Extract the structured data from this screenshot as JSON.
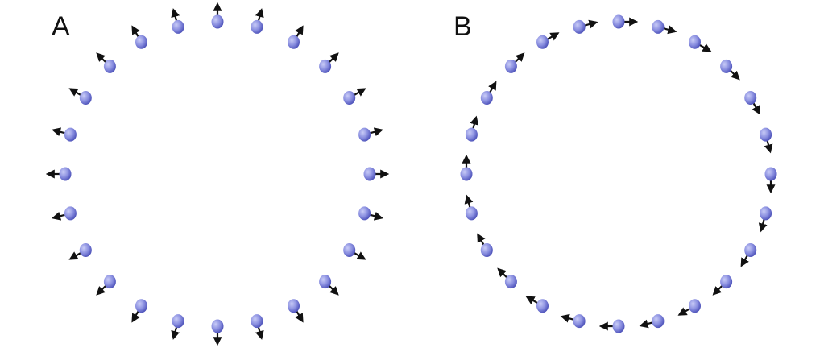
{
  "panels": [
    {
      "label": "A",
      "arrangement": "ring",
      "arrow_orientation": "radial-outward",
      "particle_count": 24
    },
    {
      "label": "B",
      "arrangement": "ring",
      "arrow_orientation": "tangential-clockwise",
      "particle_count": 24
    }
  ],
  "style": {
    "particle_color": "#8a8fe0",
    "particle_shade": "#4b50b8",
    "particle_highlight": "#c9ccf7",
    "arrow_color": "#111111",
    "background": "#ffffff"
  }
}
